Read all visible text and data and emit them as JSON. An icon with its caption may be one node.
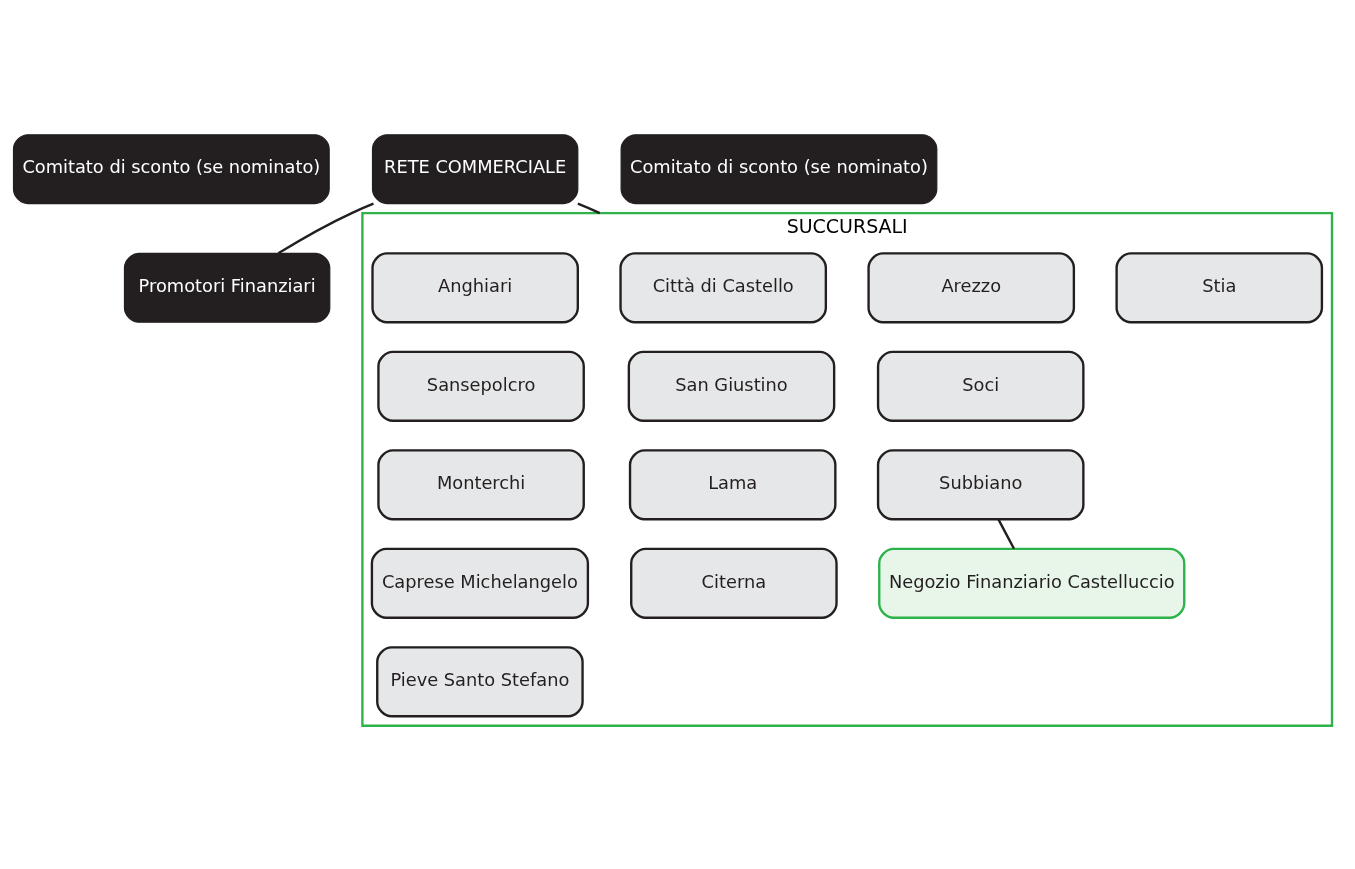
{
  "diagram": {
    "nodes": [
      {
        "text": [
          "RETE COMMERCIALE"
        ]
      },
      {
        "text": [
          "Comitato di sconto (se nominato)"
        ]
      },
      {
        "text": [
          "Comitato di sconto (se nominato)"
        ]
      },
      {
        "text": [
          "Promotori Finanziari"
        ]
      },
      {
        "text": [
          "SUCCURSALI"
        ]
      },
      {
        "text": [
          "Anghiari"
        ],
        "in": 4
      },
      {
        "text": [
          "Città di Castello"
        ],
        "in": 4
      },
      {
        "text": [
          "Arezzo"
        ],
        "in": 4
      },
      {
        "text": [
          "Stia"
        ],
        "in": 4
      },
      {
        "text": [
          "Sansepolcro"
        ],
        "in": 4
      },
      {
        "text": [
          "San Giustino"
        ],
        "in": 4
      },
      {
        "text": [
          "Soci"
        ],
        "in": 4
      },
      {
        "text": [
          "Monterchi"
        ],
        "in": 4
      },
      {
        "text": [
          "Lama"
        ],
        "in": 4
      },
      {
        "text": [
          "Subbiano"
        ],
        "in": 4
      },
      {
        "text": [
          "Caprese Michelangelo"
        ],
        "in": 4
      },
      {
        "text": [
          "Citerna"
        ],
        "in": 4
      },
      {
        "text": [
          "Negozio Finanziario Castelluccio"
        ],
        "in": 4
      },
      {
        "text": [
          "Pieve Santo Stefano"
        ],
        "in": 4
      }
    ],
    "edges": [
      {
        "from": 0,
        "to": 3,
        "arrow": "none"
      },
      {
        "from": 0,
        "to": 4,
        "arrow": "none"
      },
      {
        "from": 14,
        "to": 17,
        "arrow": "none"
      }
    ]
  }
}
